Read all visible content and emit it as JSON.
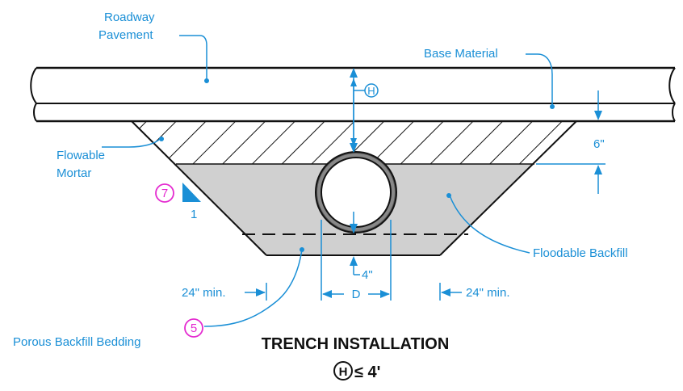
{
  "labels": {
    "roadway_line1": "Roadway",
    "roadway_line2": "Pavement",
    "base_material": "Base Material",
    "flowable_line1": "Flowable",
    "flowable_line2": "Mortar",
    "floodable_backfill": "Floodable Backfill",
    "porous_backfill": "Porous Backfill Bedding"
  },
  "dimensions": {
    "six_inch": "6\"",
    "four_inch": "4\"",
    "left_min": "24\" min.",
    "right_min": "24\" min.",
    "pipe_d": "D"
  },
  "callouts": {
    "slope_ref": "7",
    "slope_ratio": "1",
    "bedding_ref": "5",
    "h_symbol": "H"
  },
  "title": {
    "main": "TRENCH INSTALLATION",
    "h_symbol": "H",
    "condition": "≤ 4'"
  },
  "colors": {
    "leader_blue": "#1a8fd6",
    "callout_pink": "#e42bd0",
    "backfill_gray": "#d0d0d0",
    "line_black": "#111111"
  }
}
